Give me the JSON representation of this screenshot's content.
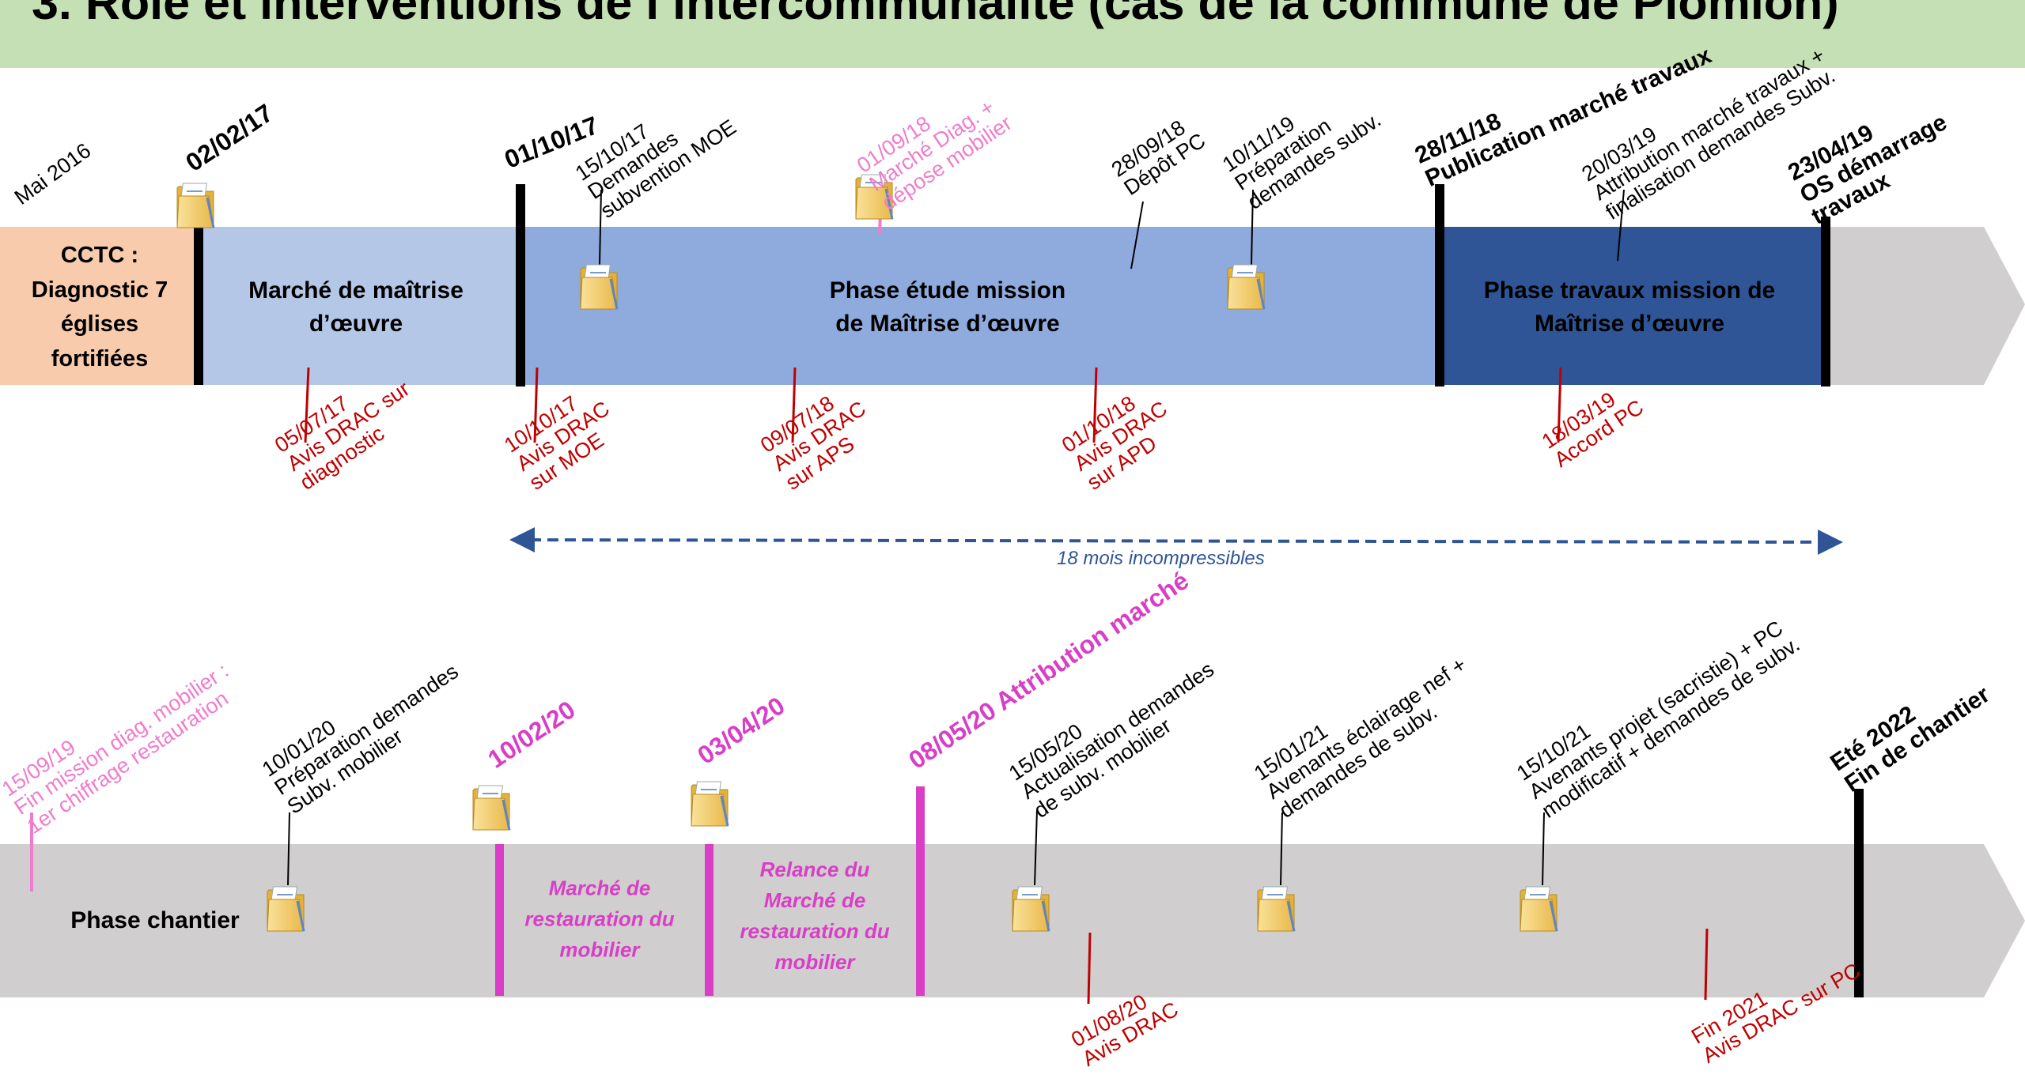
{
  "title": "3. Rôle et interventions de l’intercommunalité (cas de la commune de Plomion)",
  "colors": {
    "header_bg": "#c5e0b4",
    "orange_block": "#f8cbad",
    "light_blue": "#b4c7e7",
    "mid_blue": "#8faadc",
    "dark_blue": "#2f5597",
    "grey": "#d0cece",
    "drac_red": "#c00000",
    "pink": "#f07ccd",
    "magenta": "#d83ec6",
    "blue_text": "#2f5597"
  },
  "timeline1": {
    "blocks": {
      "cctc": "CCTC :\nDiagnostic 7\néglises\nfortifiées",
      "moe_market": "Marché de maîtrise\nd’œuvre",
      "study_phase": "Phase étude mission\nde Maîtrise d’œuvre",
      "works_phase": "Phase travaux mission de\nMaîtrise d’œuvre"
    },
    "top_labels": {
      "mai2016": "Mai 2016",
      "d020217": "02/02/17",
      "d011017": "01/10/17",
      "d151017": "15/10/17\nDemandes\nsubvention MOE",
      "d010918": "01/09/18\nMarché Diag. +\ndépose mobilier",
      "d280918": "28/09/18\nDépôt PC",
      "d101119": "10/11/19\nPréparation\ndemandes subv.",
      "d281118": "28/11/18\nPublication marché travaux",
      "d200319": "20/03/19\nAttribution marché travaux +\nfinalisation demandes Subv.",
      "d230419": "23/04/19\nOS démarrage\ntravaux"
    },
    "drac_labels": {
      "d050717": "05/07/17\nAvis DRAC sur\ndiagnostic",
      "d101017": "10/10/17\nAvis DRAC\nsur MOE",
      "d090718": "09/07/18\nAvis DRAC\nsur APS",
      "d011018": "01/10/18\nAvis DRAC\nsur APD",
      "d180319": "18/03/19\nAccord PC"
    },
    "duration_label": "18 mois incompressibles"
  },
  "timeline2": {
    "blocks": {
      "chantier": "Phase chantier",
      "restauration": "Marché de\nrestauration du\nmobilier",
      "relance": "Relance du\nMarché de\nrestauration du\nmobilier"
    },
    "top_labels": {
      "d150919": "15/09/19\nFin mission diag. mobilier :\n1er chiffrage restauration",
      "d100120": "10/01/20\nPréparation demandes\nSubv. mobilier",
      "d100220": "10/02/20",
      "d030420": "03/04/20",
      "d080520": "08/05/20 Attribution marché",
      "d150520": "15/05/20\nActualisation demandes\nde subv. mobilier",
      "d150121": "15/01/21\nAvenants éclairage nef +\ndemandes de subv.",
      "d151021": "15/10/21\nAvenants projet (sacristie) + PC\nmodificatif + demandes de subv.",
      "ete2022": "Eté 2022\nFin de chantier"
    },
    "drac_labels": {
      "d010820": "01/08/20\nAvis DRAC",
      "fin2021": "Fin 2021\nAvis DRAC sur PC"
    }
  }
}
